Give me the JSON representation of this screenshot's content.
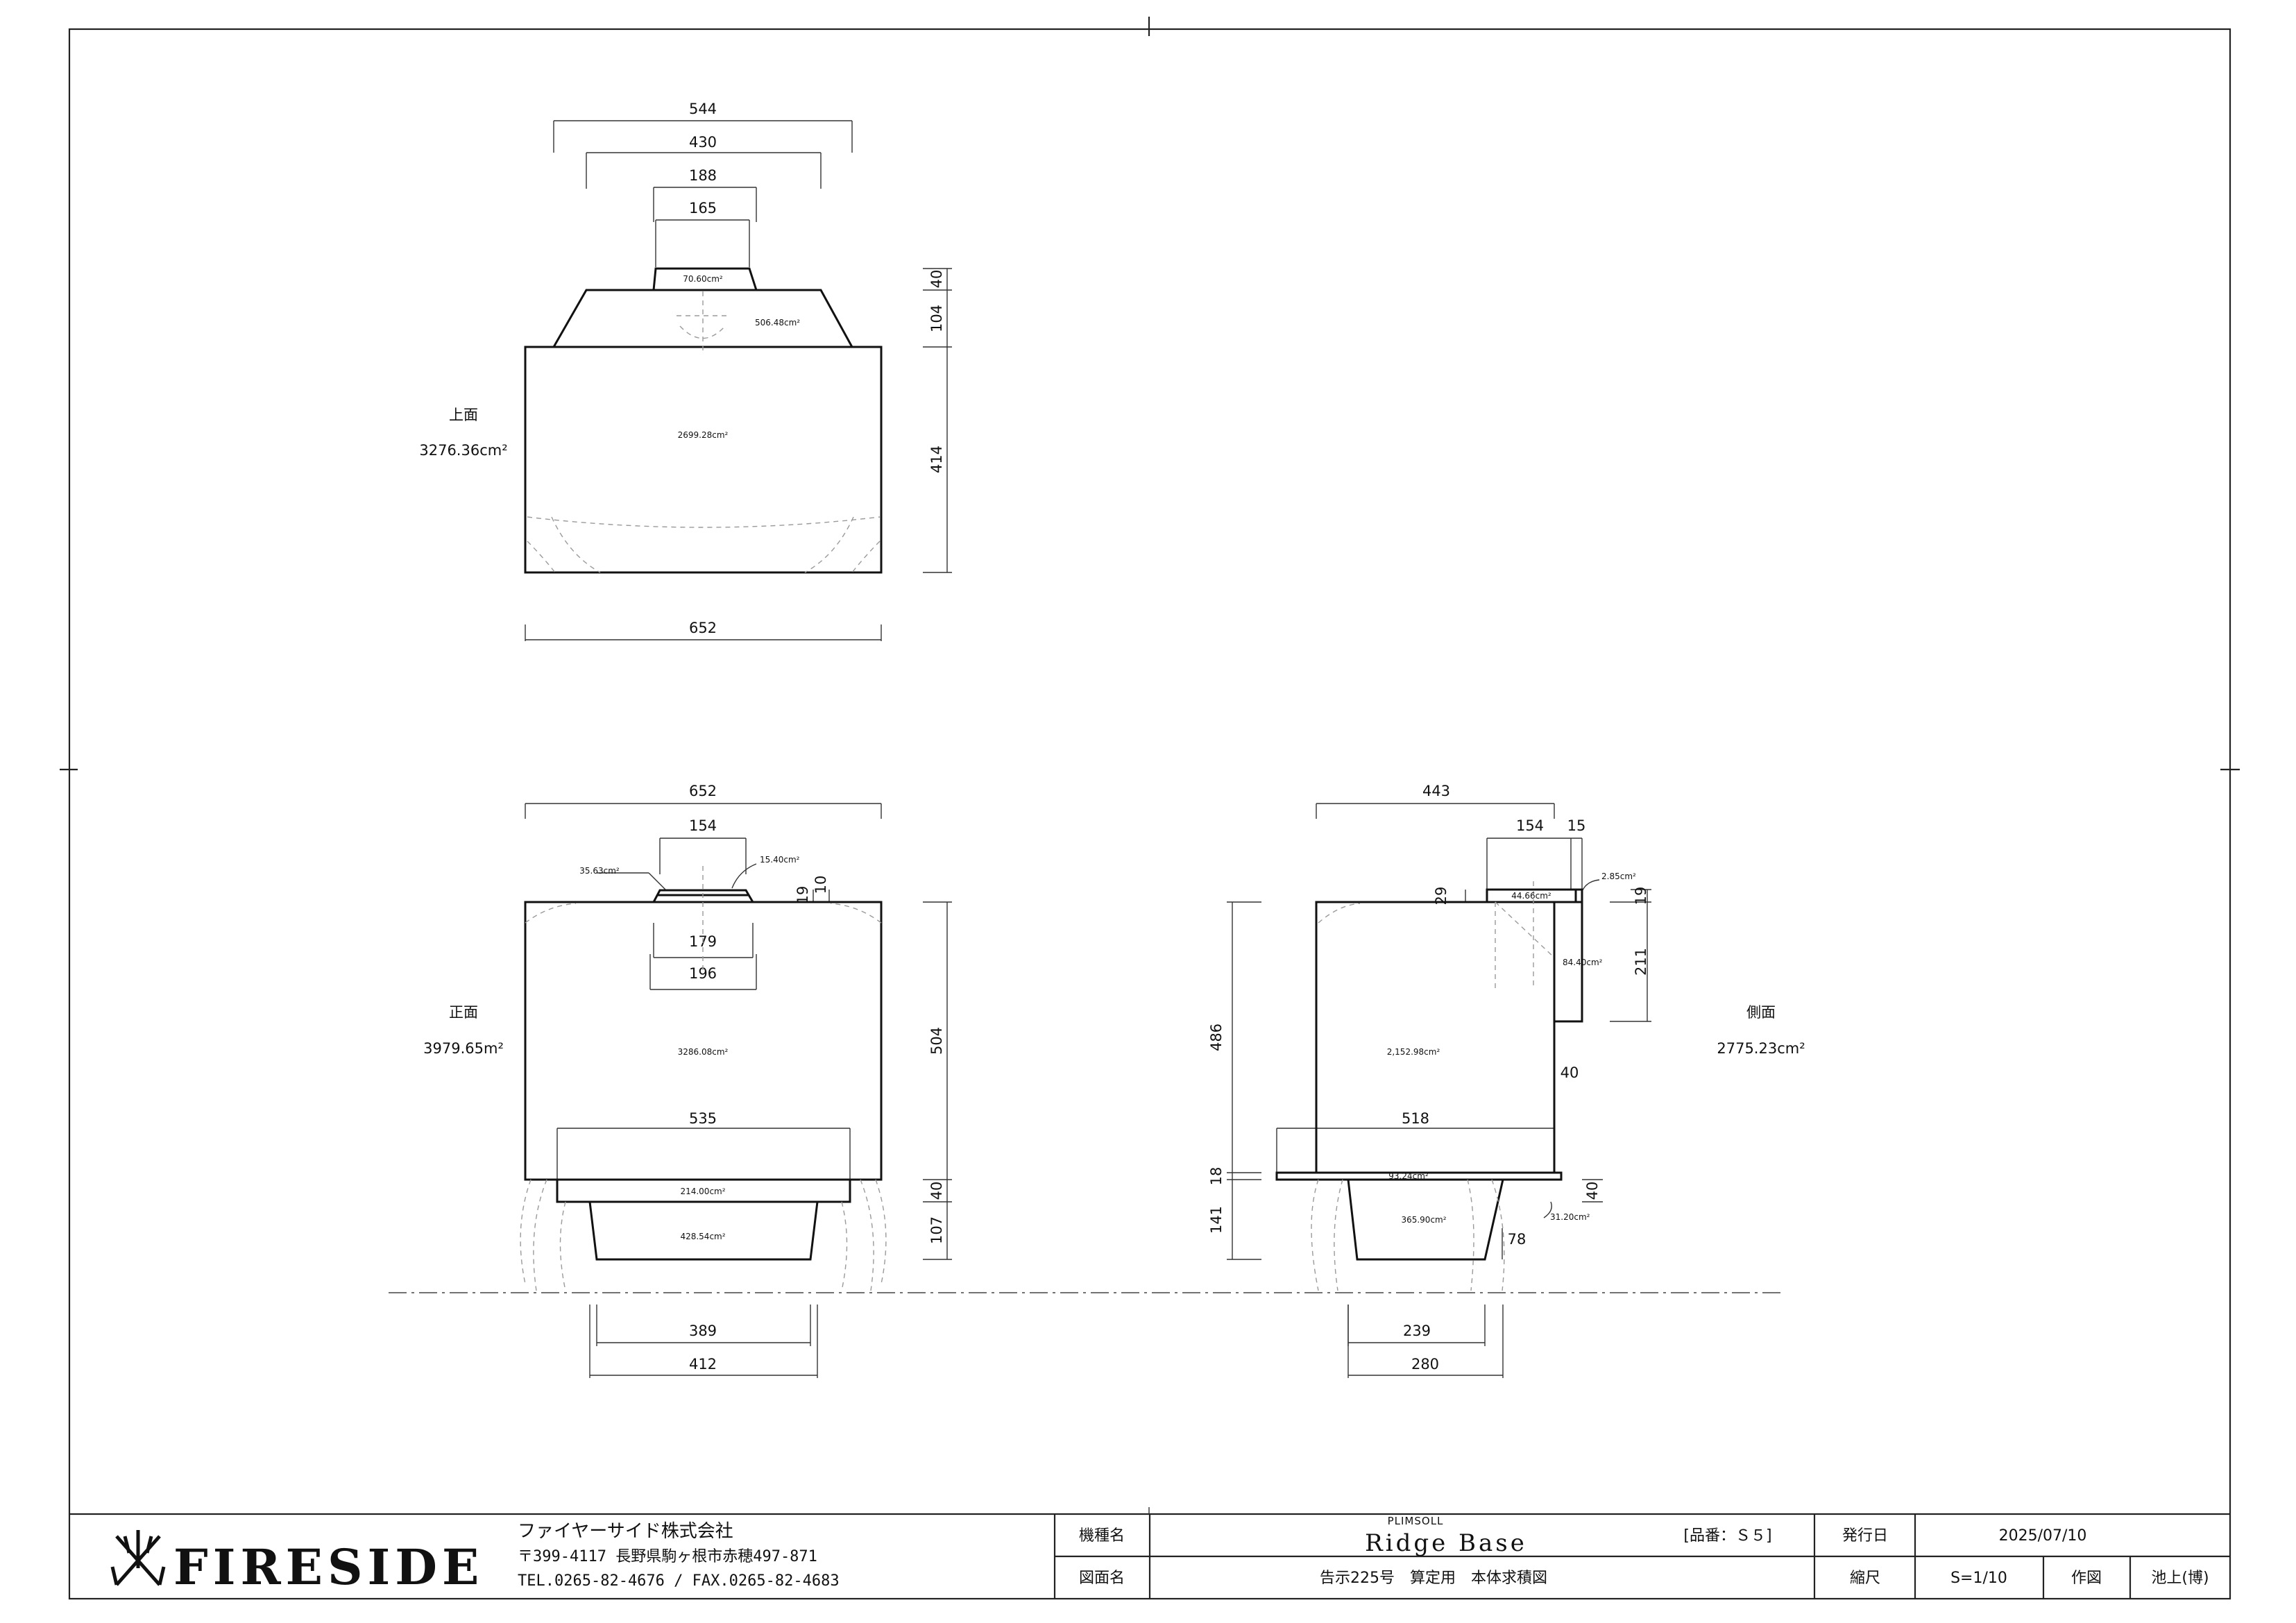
{
  "drawing": {
    "top_view": {
      "label": "上面",
      "total_area": "3276.36cm²",
      "dims": {
        "w544": "544",
        "w430": "430",
        "w188": "188",
        "w165": "165",
        "w652": "652",
        "h40": "40",
        "h104": "104",
        "h414": "414"
      },
      "areas": {
        "top_cap": "70.60cm²",
        "hood": "506.48cm²",
        "body": "2699.28cm²"
      }
    },
    "front_view": {
      "label": "正面",
      "total_area": "3979.65m²",
      "dims": {
        "w652": "652",
        "w154": "154",
        "w179": "179",
        "w196": "196",
        "w535": "535",
        "w389": "389",
        "w412": "412",
        "h19": "19",
        "h10": "10",
        "h504": "504",
        "h40": "40",
        "h107": "107"
      },
      "areas": {
        "cap_left": "35.63cm²",
        "cap_right": "15.40cm²",
        "body": "3286.08cm²",
        "plinth": "214.00cm²",
        "base": "428.54cm²"
      }
    },
    "side_view": {
      "label": "側面",
      "total_area": "2775.23cm²",
      "dims": {
        "w443": "443",
        "w154": "154",
        "w15": "15",
        "w518": "518",
        "w239": "239",
        "w280": "280",
        "h29": "29",
        "h19": "19",
        "h211": "211",
        "h486": "486",
        "h40a": "40",
        "h18": "18",
        "h141": "141",
        "h40b": "40",
        "h78": "78"
      },
      "areas": {
        "flue_top": "44.66cm²",
        "flue_end": "2.85cm²",
        "flue_back": "84.40cm²",
        "body": "2,152.98cm²",
        "plinth": "93.24cm²",
        "base": "365.90cm²",
        "side_lip": "31.20cm²"
      }
    }
  },
  "title_block": {
    "brand": "FIRESIDE",
    "brand_icon": "fireside-logo-icon",
    "company": "ファイヤーサイド株式会社",
    "address": "〒399-4117 長野県駒ヶ根市赤穂497-871",
    "contact": "TEL.0265-82-4676 / FAX.0265-82-4683",
    "model_label": "機種名",
    "series": "PLIMSOLL",
    "model": "Ridge Base",
    "part_no": "[品番：Ｓ５]",
    "issue_label": "発行日",
    "issue_date": "2025/07/10",
    "drawing_label": "図面名",
    "drawing_name": "告示225号　算定用　本体求積図",
    "scale_label": "縮尺",
    "scale": "S=1/10",
    "drafter_label": "作図",
    "drafter": "池上(博)"
  }
}
